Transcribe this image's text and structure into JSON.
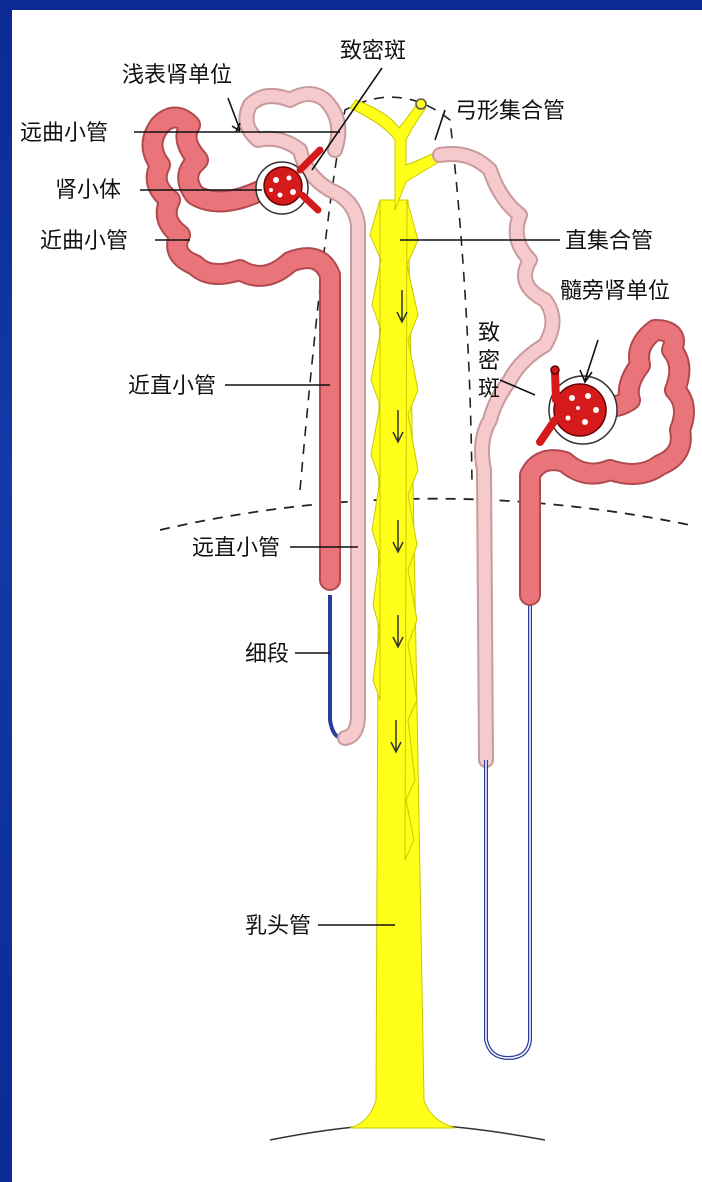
{
  "labels": {
    "superficial_nephron": "浅表肾单位",
    "macula_densa_top": "致密斑",
    "arcuate_collecting_duct": "弓形集合管",
    "distal_convoluted_tubule": "远曲小管",
    "renal_corpuscle": "肾小体",
    "proximal_convoluted_tubule": "近曲小管",
    "straight_collecting_duct": "直集合管",
    "juxtamedullary_nephron": "髓旁肾单位",
    "macula_densa_side_1": "致",
    "macula_densa_side_2": "密",
    "macula_densa_side_3": "斑",
    "proximal_straight_tubule": "近直小管",
    "distal_straight_tubule": "远直小管",
    "thin_segment": "细段",
    "papillary_duct": "乳头管"
  },
  "colors": {
    "frame": "#0d2a8a",
    "collecting_duct": "#ffff1a",
    "proximal_tubule": "#e9757a",
    "distal_tubule": "#f6c9cc",
    "thin_segment": "#2a3c9e",
    "glomerulus": "#d41a1a"
  }
}
